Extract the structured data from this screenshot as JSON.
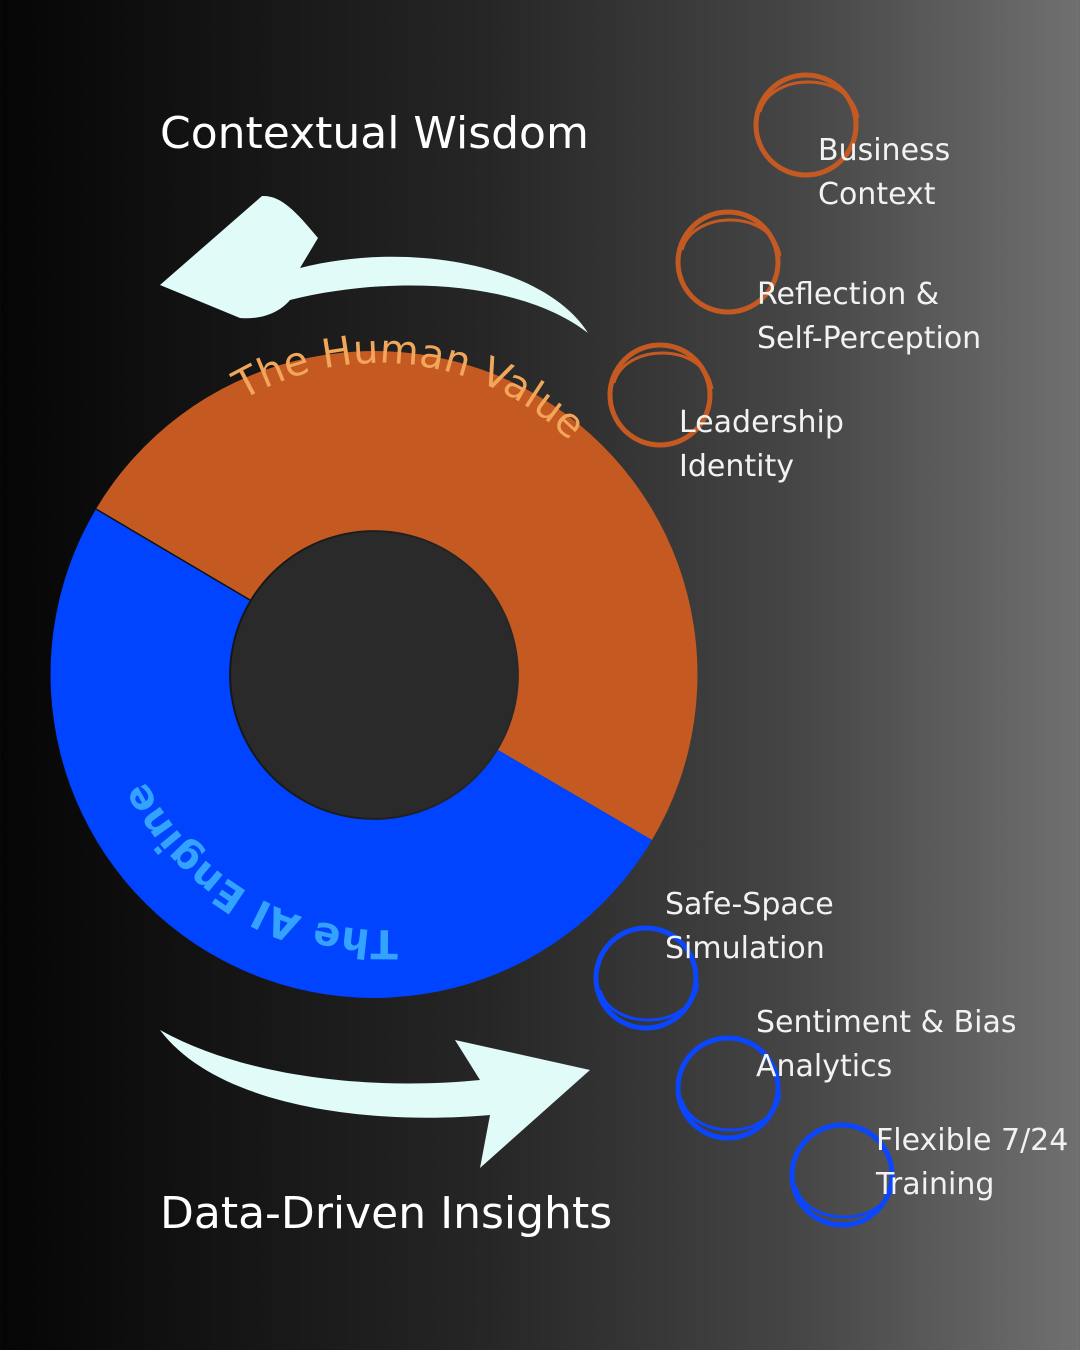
{
  "headings": {
    "top": "Contextual Wisdom",
    "bottom": "Data-Driven Insights"
  },
  "ring": {
    "human_label": "The Human Value",
    "ai_label": "The AI Engine"
  },
  "human_items": [
    {
      "line1": "Business",
      "line2": "Context"
    },
    {
      "line1": "Reflection &",
      "line2": "Self-Perception"
    },
    {
      "line1": "Leadership",
      "line2": "Identity"
    }
  ],
  "ai_items": [
    {
      "line1": "Safe-Space",
      "line2": "Simulation"
    },
    {
      "line1": "Sentiment & Bias",
      "line2": "Analytics"
    },
    {
      "line1": "Flexible 7/24",
      "line2": "Training"
    }
  ],
  "colors": {
    "human_segment": "#c45a22",
    "human_label": "#f2a65a",
    "ai_segment": "#0044ff",
    "ai_label": "#33a3ff",
    "arrow": "#e0fbf8",
    "hole": "#2a2a2a"
  },
  "icons": {
    "top_arrow": "curved-arrow-left-icon",
    "bottom_arrow": "curved-arrow-right-icon",
    "bullet": "circle-outline-icon"
  }
}
